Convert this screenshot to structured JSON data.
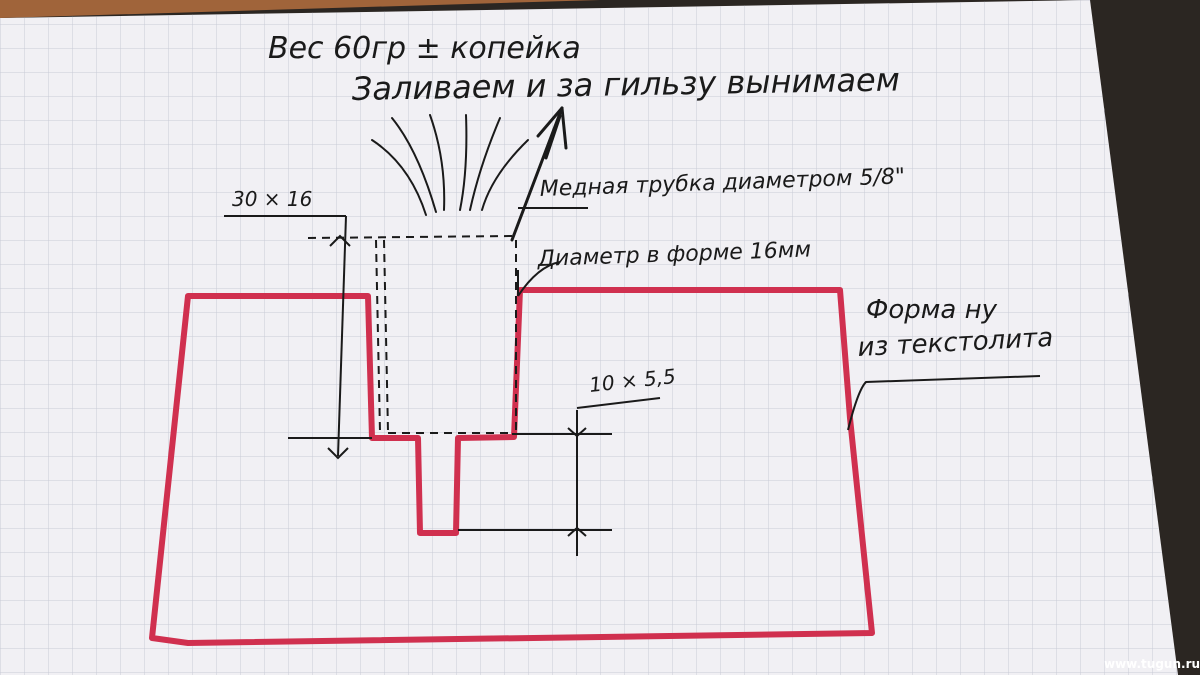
{
  "notes": {
    "weight": "Вес 60гр ± копейка",
    "pour": "Заливаем и за гильзу вынимаем"
  },
  "labels": {
    "pipe": "Медная трубка диаметром 5/8\"",
    "diameter": "Диаметр в форме 16мм",
    "dim_top": "30 × 16",
    "dim_slot": "10 × 5,5",
    "form_line1": "Форма ну",
    "form_line2": "из текстолита"
  },
  "watermark": "www.tugun.ru",
  "colors": {
    "paper": "#f1f0f4",
    "grid": "#c9cbd6",
    "outline": "#d0304f",
    "ink": "#1a1a1a",
    "background": "#2b2622"
  }
}
